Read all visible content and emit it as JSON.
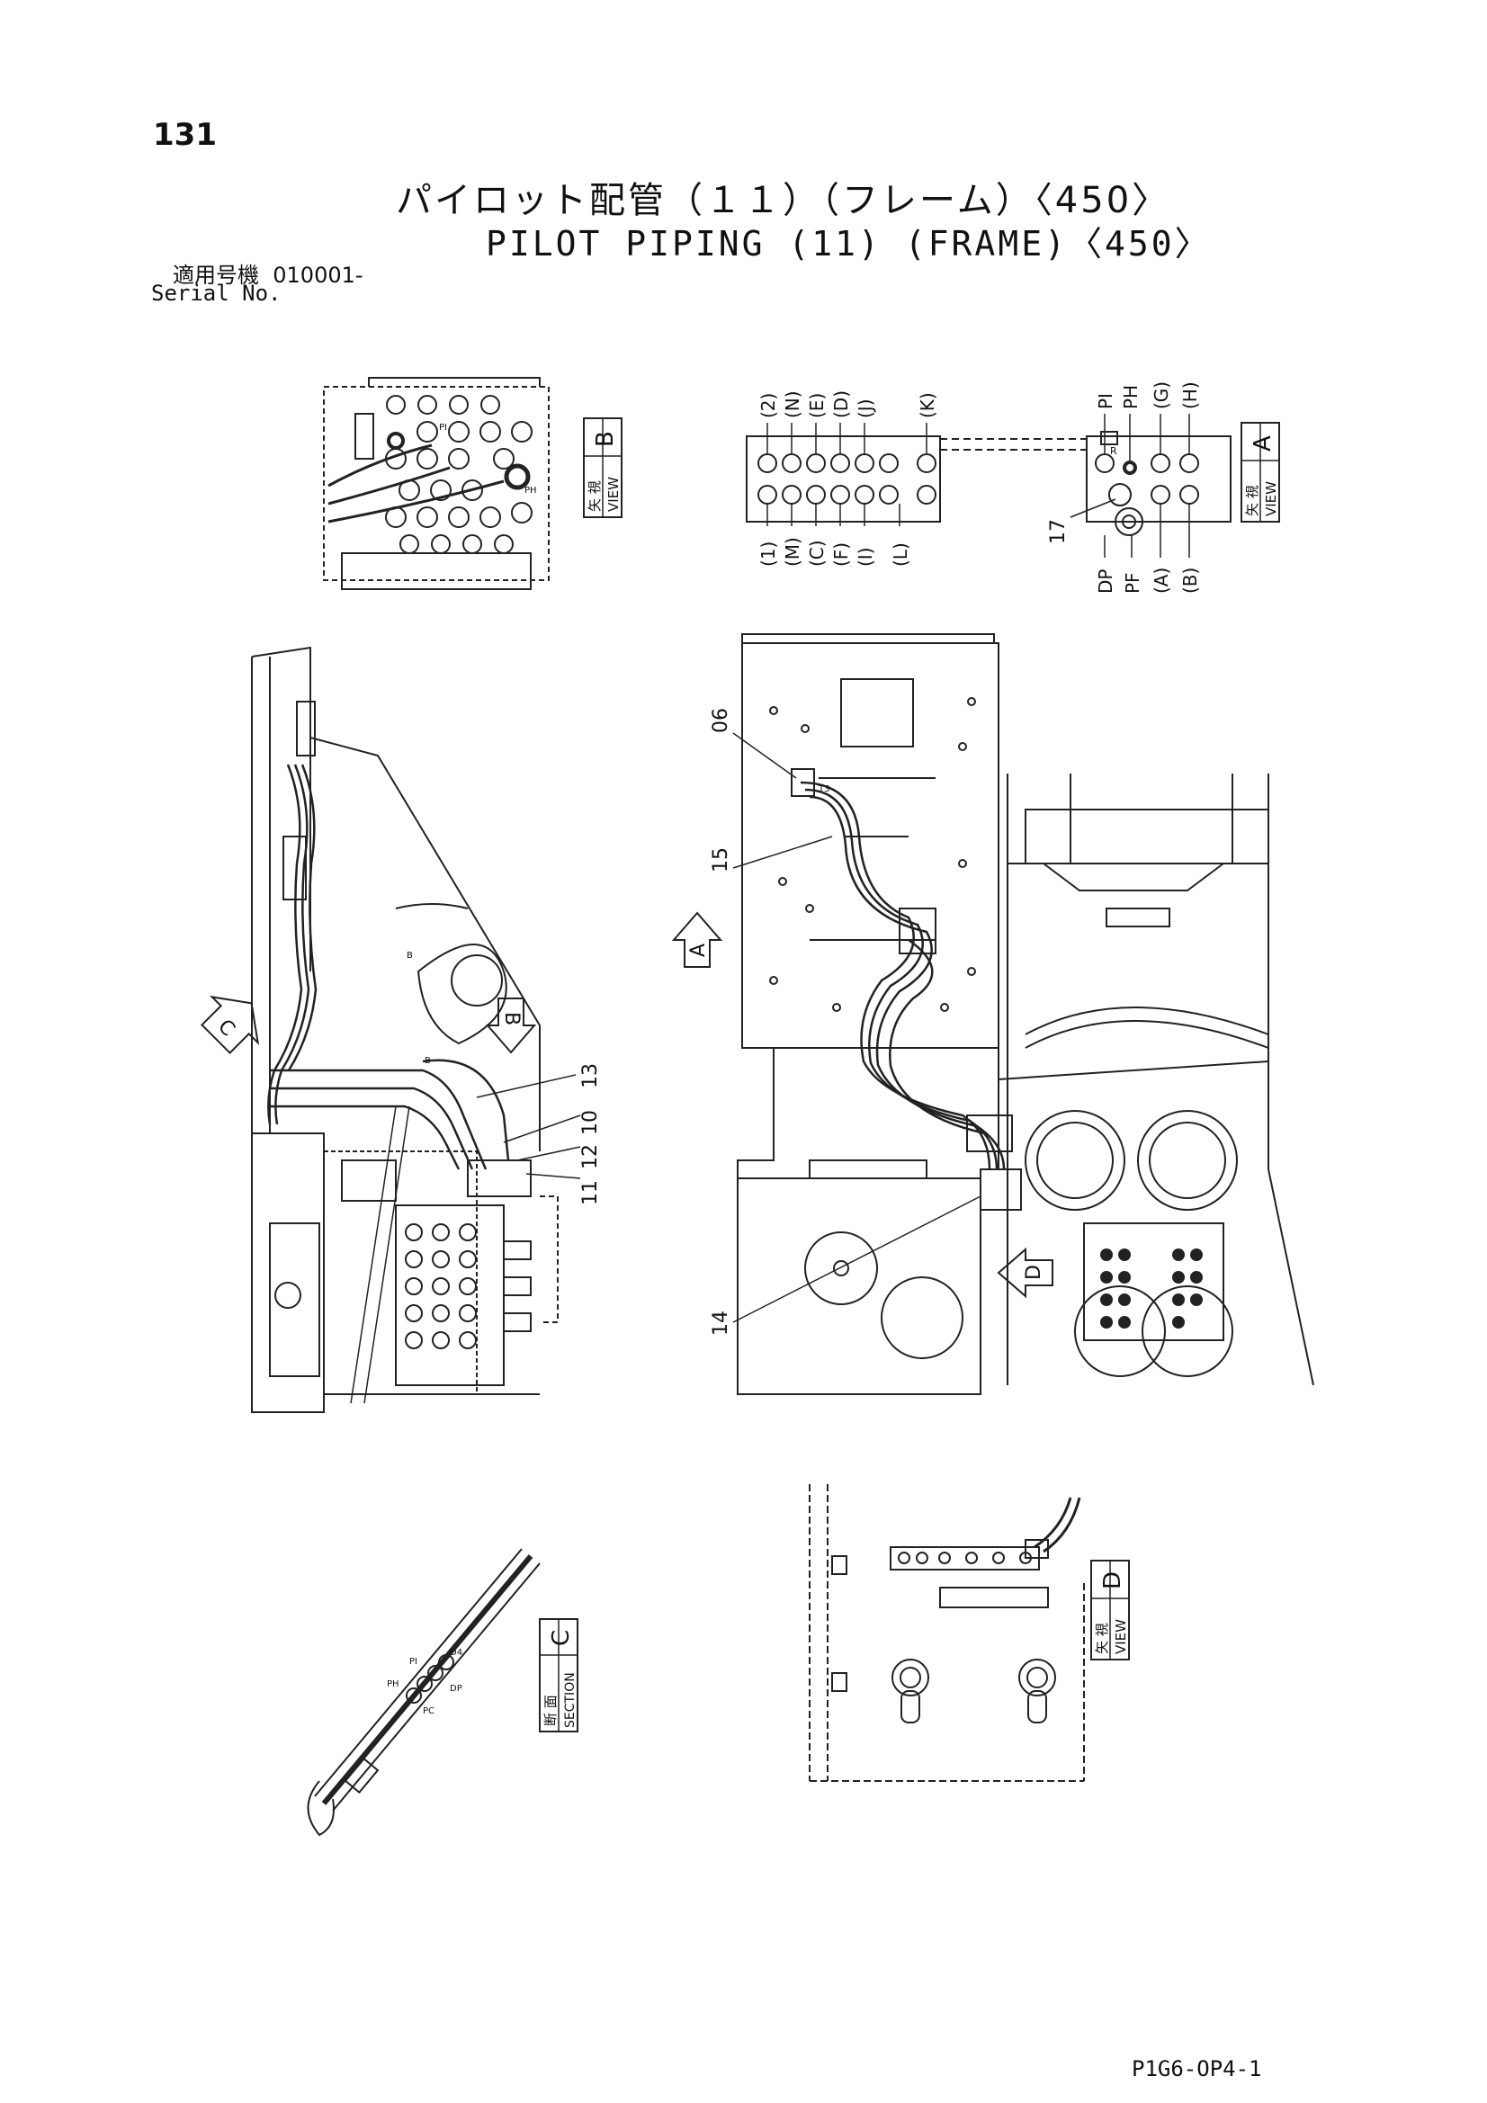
{
  "page": {
    "number": "131",
    "title_jp": "パイロット配管（１１）（フレーム）〈450〉",
    "title_en": "PILOT PIPING (11) (FRAME)〈450〉",
    "serial_label_jp": "適用号機",
    "serial_value": "010001-",
    "serial_label_en": "Serial No.",
    "doc_id": "P1G6-OP4-1"
  },
  "view_b": {
    "box_jp": "矢 視",
    "box_en": "VIEW",
    "letter": "B",
    "port_labels": [
      "PI",
      "PH"
    ]
  },
  "view_a": {
    "box_jp": "矢 視",
    "box_en": "VIEW",
    "letter": "A",
    "top_ports": [
      "(2)",
      "(N)",
      "(E)",
      "(D)",
      "(J)",
      "(K)"
    ],
    "top_right_ports": [
      "PI",
      "PH",
      "(G)",
      "(H)"
    ],
    "bottom_ports": [
      "(1)",
      "(M)",
      "(C)",
      "(F)",
      "(I)",
      "(L)"
    ],
    "bottom_right_ports": [
      "DP",
      "PF",
      "(A)",
      "(B)"
    ],
    "callout": "17",
    "inner_label": "R"
  },
  "main_view": {
    "arrows": [
      "C",
      "B",
      "A",
      "D"
    ],
    "callouts": [
      "06",
      "15",
      "13",
      "10",
      "12",
      "11",
      "14"
    ],
    "small_labels": [
      "T3",
      "B",
      "B"
    ]
  },
  "section_c": {
    "box_jp": "断 面",
    "box_en": "SECTION",
    "letter": "C",
    "port_labels": [
      "PH",
      "PI",
      "PC",
      "DP",
      "D4"
    ]
  },
  "view_d": {
    "box_jp": "矢 視",
    "box_en": "VIEW",
    "letter": "D"
  }
}
